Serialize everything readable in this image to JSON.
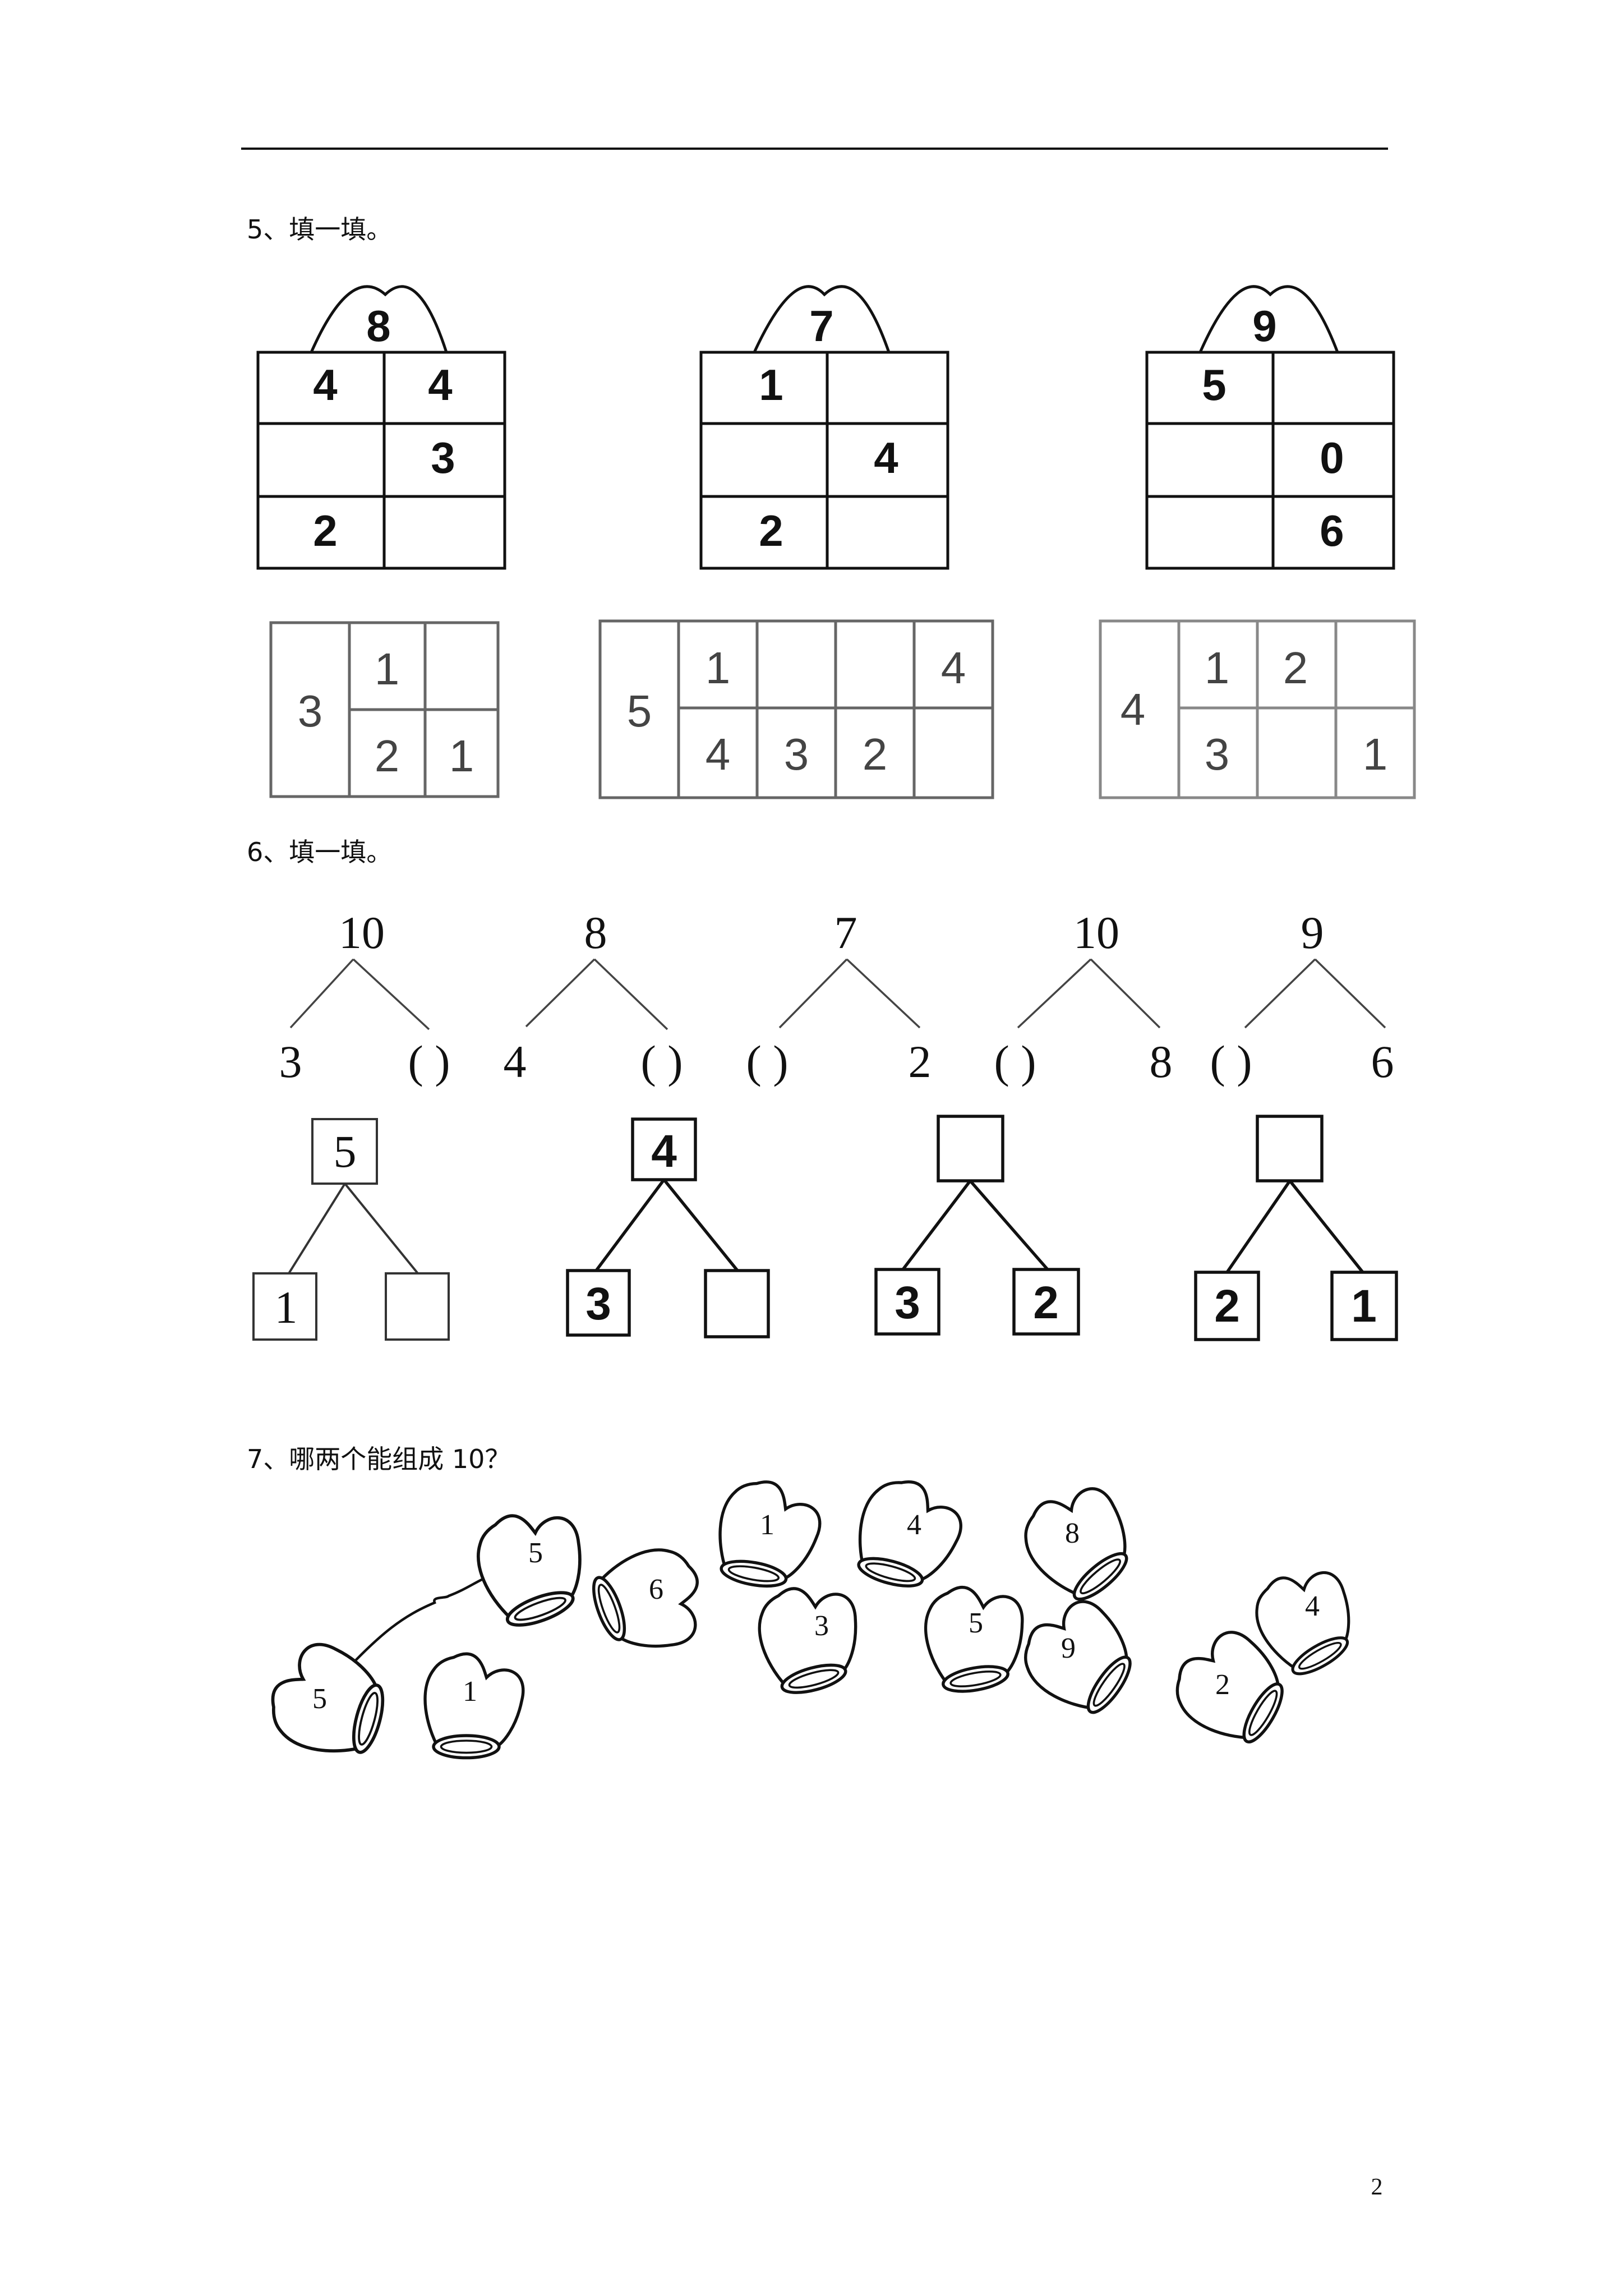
{
  "sections": {
    "q5": {
      "heading": "5、填一填。",
      "houses": [
        {
          "top": "8",
          "rows": [
            [
              "4",
              "4"
            ],
            [
              "",
              "3"
            ],
            [
              "2",
              ""
            ]
          ]
        },
        {
          "top": "7",
          "rows": [
            [
              "1",
              ""
            ],
            [
              "",
              "4"
            ],
            [
              "2",
              ""
            ]
          ]
        },
        {
          "top": "9",
          "rows": [
            [
              "5",
              ""
            ],
            [
              "",
              "0"
            ],
            [
              "",
              "6"
            ]
          ]
        }
      ],
      "tables": [
        {
          "head": "3",
          "rows": [
            [
              "1",
              ""
            ],
            [
              "2",
              "1"
            ]
          ]
        },
        {
          "head": "5",
          "rows": [
            [
              "1",
              "",
              "",
              "4"
            ],
            [
              "4",
              "3",
              "2",
              ""
            ]
          ]
        },
        {
          "head": "4",
          "rows": [
            [
              "1",
              "2",
              ""
            ],
            [
              "3",
              "",
              "1"
            ]
          ]
        }
      ]
    },
    "q6": {
      "heading": "6、填一填。",
      "trees": [
        {
          "top": "10",
          "left": "3",
          "right": "(    )"
        },
        {
          "top": "8",
          "left": "4",
          "right": "(    )"
        },
        {
          "top": "7",
          "left": "(    )",
          "right": "2"
        },
        {
          "top": "10",
          "left": "(    )",
          "right": "8"
        },
        {
          "top": "9",
          "left": "(    )",
          "right": "6"
        }
      ],
      "boxtrees": [
        {
          "top": "5",
          "left": "1",
          "right": ""
        },
        {
          "top": "4",
          "left": "3",
          "right": ""
        },
        {
          "top": "",
          "left": "3",
          "right": "2"
        },
        {
          "top": "",
          "left": "2",
          "right": "1"
        }
      ]
    },
    "q7": {
      "heading": "7、哪两个能组成 10？",
      "mittens": [
        "5",
        "5",
        "1",
        "6",
        "1",
        "3",
        "4",
        "5",
        "8",
        "9",
        "4",
        "2"
      ]
    }
  },
  "footer": {
    "page_number": "2"
  }
}
